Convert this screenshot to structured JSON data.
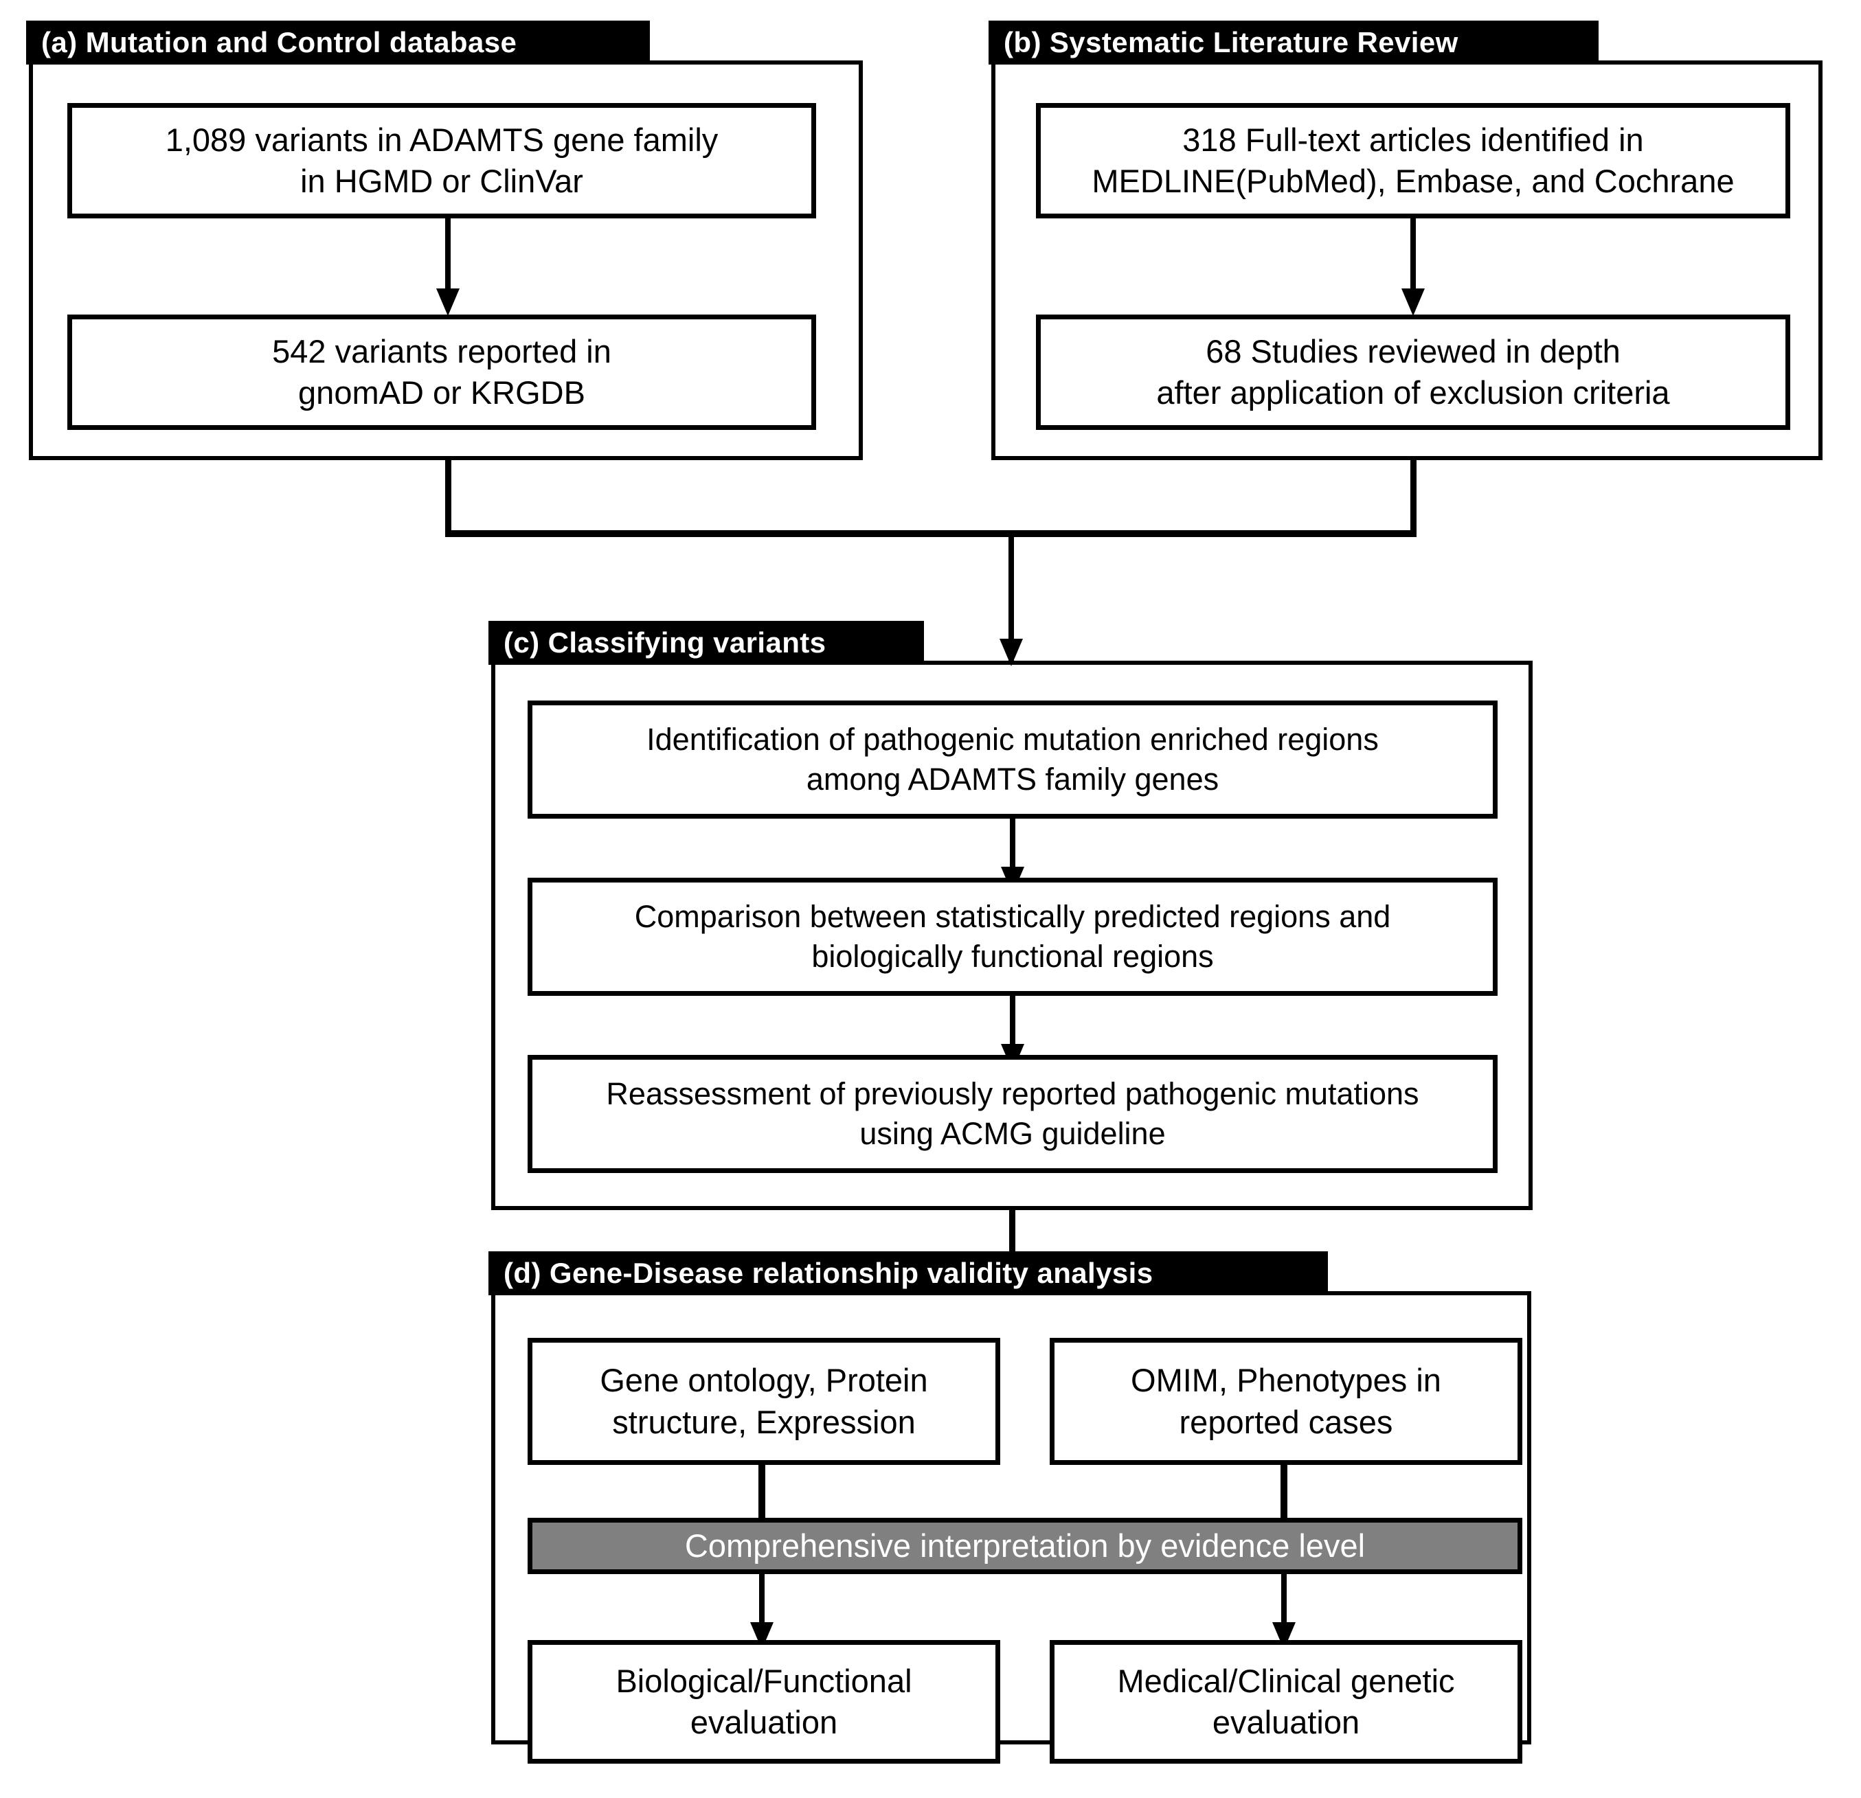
{
  "figure": {
    "title": "ADAMTS gene family variant curation workflow",
    "colors": {
      "header_bg": "#000000",
      "header_text": "#ffffff",
      "box_border": "#000000",
      "box_bg": "#ffffff",
      "highlight_bg": "#808080",
      "highlight_text": "#ffffff"
    }
  },
  "panels": {
    "a": {
      "header": "(a) Mutation and Control database",
      "nodes": [
        {
          "line1": "1,089 variants in ADAMTS gene family",
          "line2": "in HGMD or ClinVar"
        },
        {
          "line1": "542 variants reported in",
          "line2": "gnomAD or KRGDB"
        }
      ]
    },
    "b": {
      "header": "(b) Systematic Literature Review",
      "nodes": [
        {
          "line1": "318 Full-text articles identified in",
          "line2": "MEDLINE(PubMed),  Embase, and Cochrane"
        },
        {
          "line1": "68 Studies reviewed in depth",
          "line2": "after application of exclusion criteria"
        }
      ]
    },
    "c": {
      "header": "(c) Classifying variants",
      "nodes": [
        {
          "line1": "Identification of pathogenic mutation enriched regions",
          "line2": "among ADAMTS family genes"
        },
        {
          "line1": "Comparison between statistically predicted regions and",
          "line2": "biologically functional regions"
        },
        {
          "line1": "Reassessment of previously  reported pathogenic mutations",
          "line2": "using ACMG guideline"
        }
      ]
    },
    "d": {
      "header": "(d) Gene-Disease relationship validity analysis",
      "nodes": {
        "left_top": {
          "line1": "Gene ontology, Protein",
          "line2": "structure, Expression"
        },
        "right_top": {
          "line1": "OMIM, Phenotypes in",
          "line2": "reported cases"
        },
        "highlight": {
          "line1": "Comprehensive interpretation by evidence level",
          "line2": ""
        },
        "left_bottom": {
          "line1": "Biological/Functional",
          "line2": "evaluation"
        },
        "right_bottom": {
          "line1": "Medical/Clinical genetic",
          "line2": "evaluation"
        }
      }
    }
  }
}
